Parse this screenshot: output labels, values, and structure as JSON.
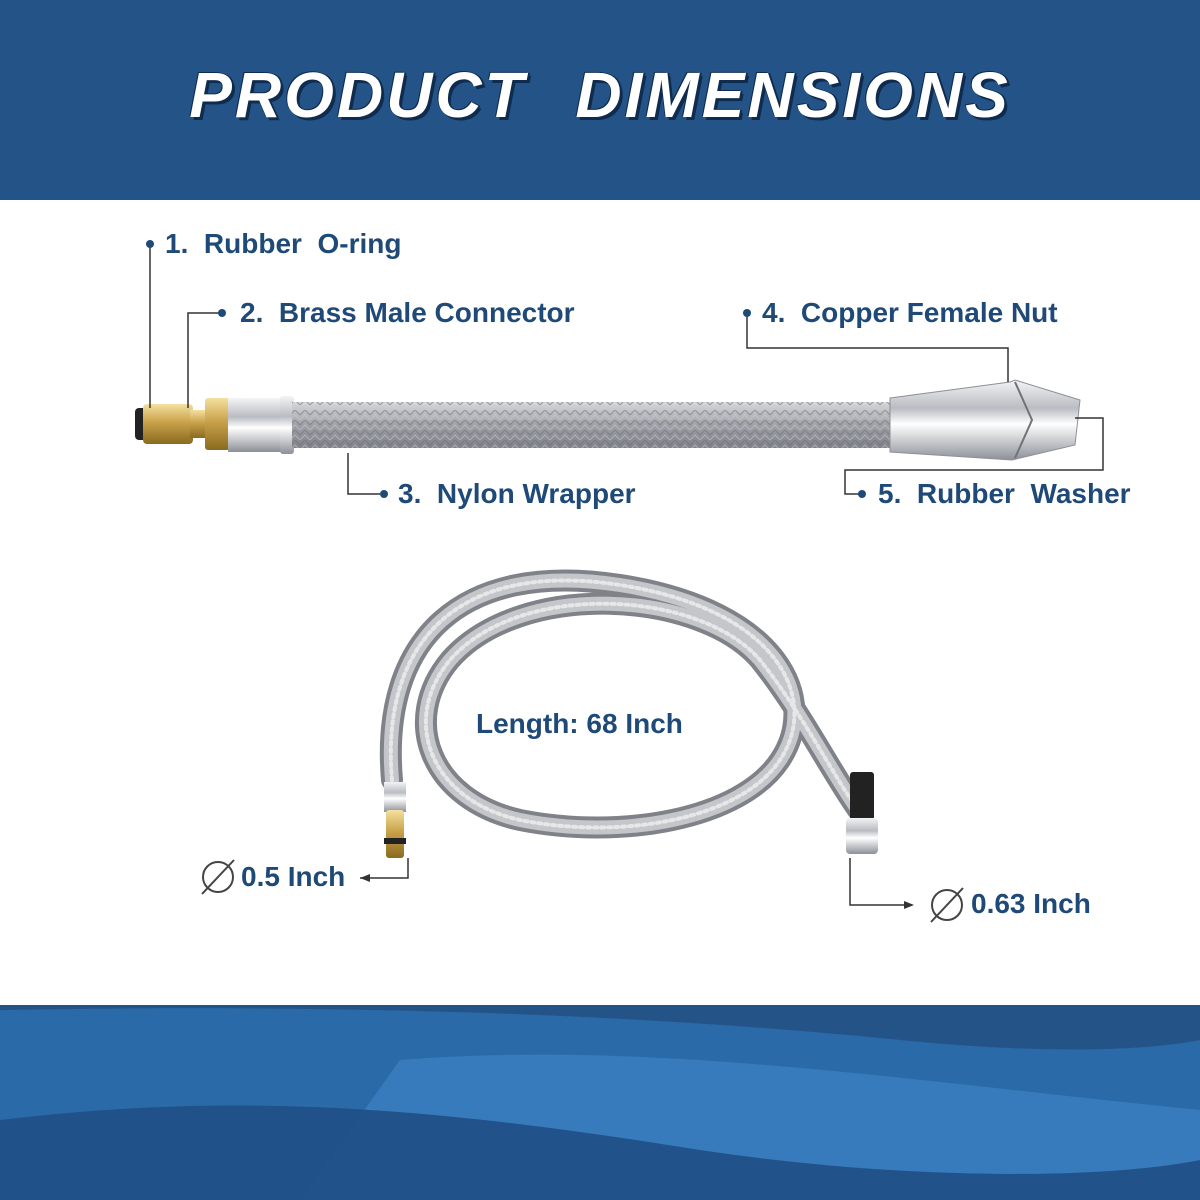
{
  "header": {
    "title": "PRODUCT  DIMENSIONS"
  },
  "colors": {
    "header_bg": "#245487",
    "label_text": "#1f4a78",
    "footer_wave": "#2a6aa8"
  },
  "parts": [
    {
      "label": "1.  Rubber  O-ring"
    },
    {
      "label": "2.  Brass Male Connector"
    },
    {
      "label": "3.  Nylon Wrapper"
    },
    {
      "label": "4.  Copper Female Nut"
    },
    {
      "label": "5.  Rubber  Washer"
    }
  ],
  "hose": {
    "length_label": "Length: 68 Inch",
    "left_diameter": "0.5 Inch",
    "right_diameter": "0.63 Inch"
  },
  "icons": [
    "diameter-icon"
  ]
}
